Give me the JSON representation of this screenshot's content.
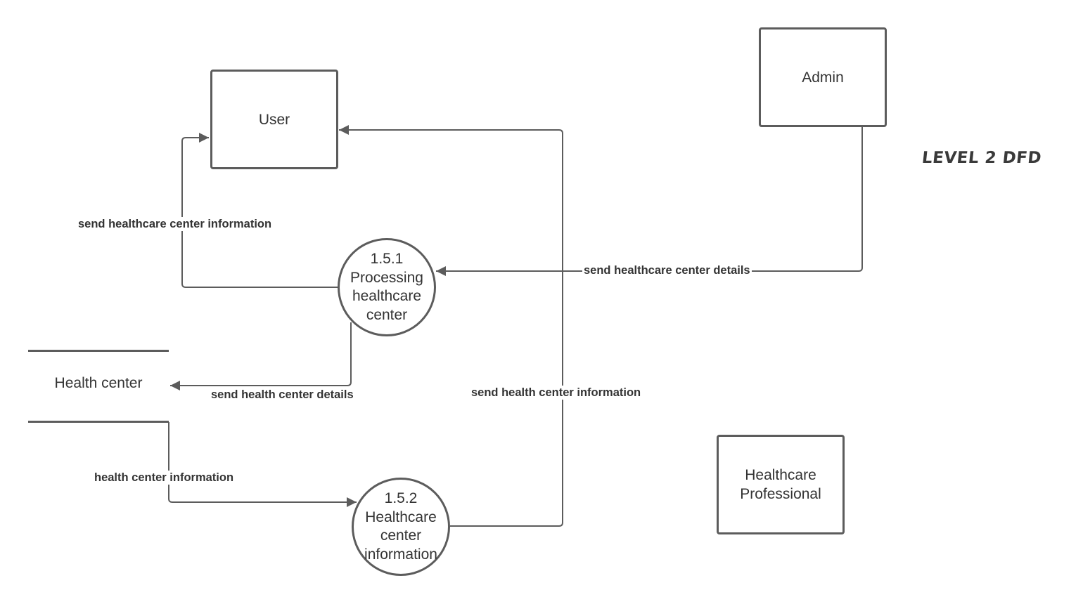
{
  "diagram": {
    "title": "LEVEL 2 DFD",
    "colors": {
      "stroke": "#5c5c5c",
      "text": "#333333",
      "background": "#ffffff"
    },
    "entities": {
      "user": "User",
      "admin": "Admin",
      "healthcare_professional": "Healthcare\nProfessional"
    },
    "data_store": {
      "label": "Health center"
    },
    "processes": {
      "p151": {
        "number": "1.5.1",
        "line1": "Processing",
        "line2": "healthcare",
        "line3": "center"
      },
      "p152": {
        "number": "1.5.2",
        "line1": "Healthcare",
        "line2": "center",
        "line3": "information"
      }
    },
    "flows": {
      "p151_to_user": "send healthcare center information",
      "admin_to_p151": "send healthcare center details",
      "p151_to_store": "send health center details",
      "store_to_p152": "health center information",
      "p152_to_user": "send health center information"
    }
  }
}
